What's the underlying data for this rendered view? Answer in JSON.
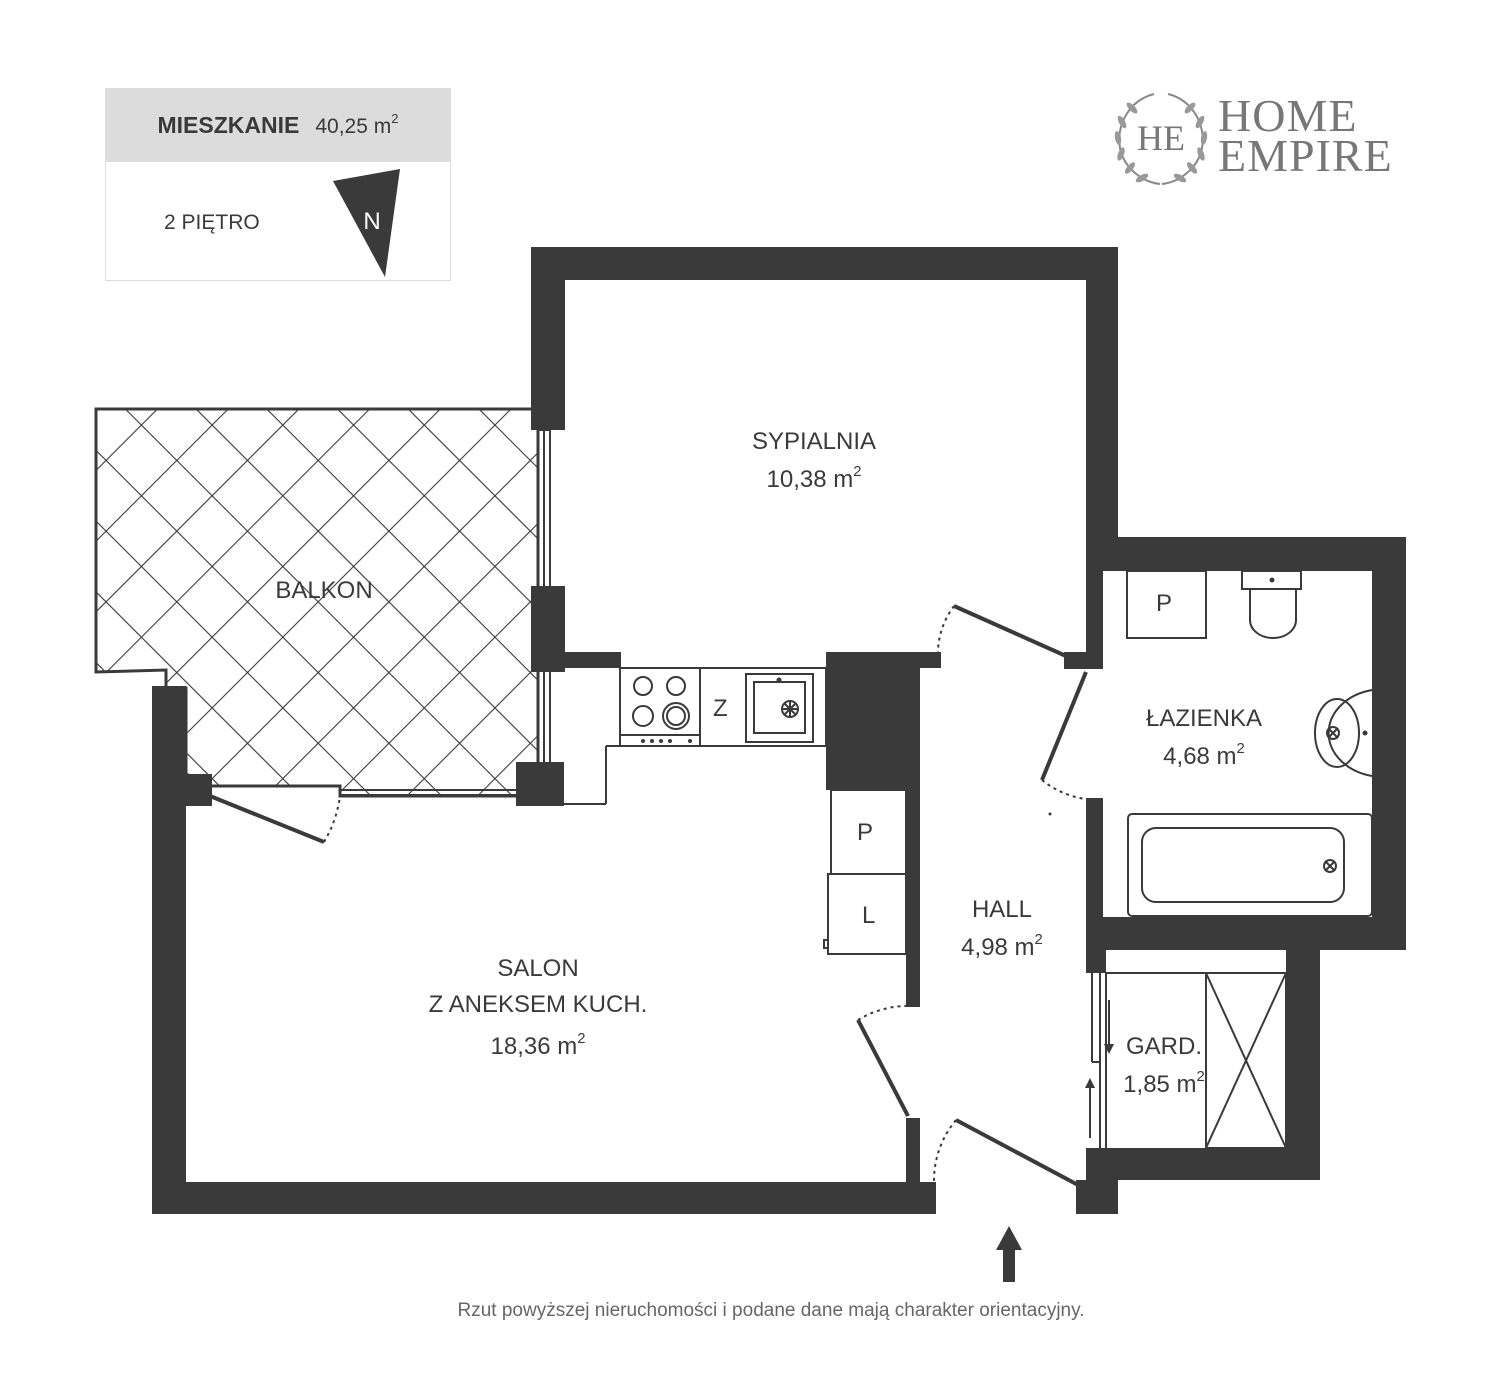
{
  "card": {
    "title": "MIESZKANIE",
    "area": "40,25 m",
    "area_sup": "2",
    "floor": "2 PIĘTRO",
    "north_letter": "N"
  },
  "logo": {
    "monogram": "HE",
    "line1": "HOME",
    "line2": "EMPIRE"
  },
  "rooms": {
    "sypialnia": {
      "name": "SYPIALNIA",
      "area": "10,38 m",
      "sup": "2"
    },
    "balkon": {
      "name": "BALKON"
    },
    "lazienka": {
      "name": "ŁAZIENKA",
      "area": "4,68 m",
      "sup": "2"
    },
    "hall": {
      "name": "HALL",
      "area": "4,98 m",
      "sup": "2"
    },
    "salon": {
      "name1": "SALON",
      "name2": "Z ANEKSEM KUCH.",
      "area": "18,36 m",
      "sup": "2"
    },
    "gard": {
      "name": "GARD.",
      "area": "1,85 m",
      "sup": "2"
    }
  },
  "fixtures": {
    "kitchen_z": "Z",
    "kitchen_p": "P",
    "kitchen_l": "L",
    "bath_p": "P"
  },
  "colors": {
    "wall": "#3a3a3a",
    "fixture": "#3a3a3a",
    "card_head": "#dcdcdc",
    "logo": "#777777"
  },
  "disclaimer": "Rzut powyższej nieruchomości i podane dane mają charakter orientacyjny."
}
